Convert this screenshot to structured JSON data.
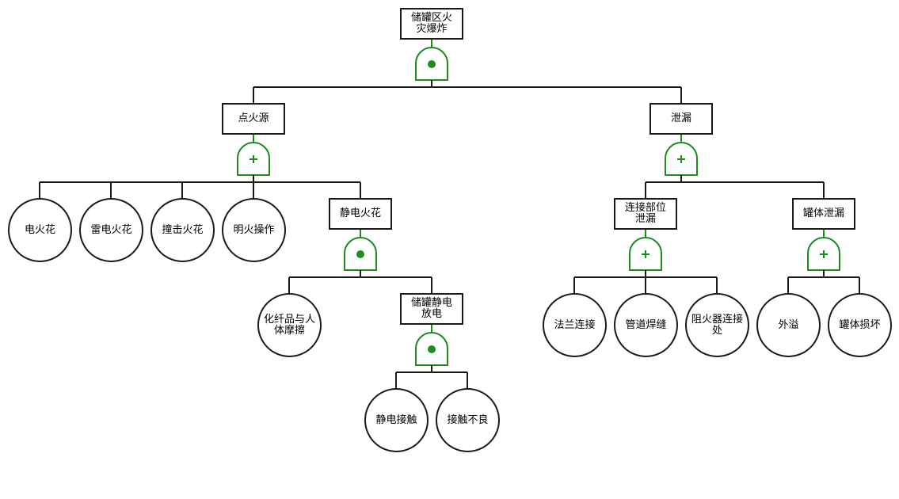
{
  "diagram": {
    "title": "储罐区火灾爆炸",
    "colors": {
      "gate": "#1e8c1e",
      "line": "#1a1a1a"
    },
    "gate_symbols": {
      "and": "dot",
      "or": "plus"
    },
    "nodes": {
      "top": {
        "label": "储罐区火灾爆炸",
        "kind": "intermediate",
        "gate": "and",
        "children": [
          "ignition",
          "leak"
        ]
      },
      "ignition": {
        "label": "点火源",
        "kind": "intermediate",
        "gate": "or",
        "children": [
          "electric_spark",
          "lightning_spark",
          "impact_spark",
          "open_flame",
          "static_spark"
        ]
      },
      "leak": {
        "label": "泄漏",
        "kind": "intermediate",
        "gate": "or",
        "children": [
          "joint_leak",
          "tank_leak"
        ]
      },
      "electric_spark": {
        "label": "电火花",
        "kind": "basic"
      },
      "lightning_spark": {
        "label": "雷电火花",
        "kind": "basic"
      },
      "impact_spark": {
        "label": "撞击火花",
        "kind": "basic"
      },
      "open_flame": {
        "label": "明火操作",
        "kind": "basic"
      },
      "static_spark": {
        "label": "静电火花",
        "kind": "intermediate",
        "gate": "and",
        "children": [
          "fiber_friction",
          "tank_discharge"
        ]
      },
      "fiber_friction": {
        "label": "化纤品与人体摩擦",
        "kind": "basic"
      },
      "tank_discharge": {
        "label": "储罐静电放电",
        "kind": "intermediate",
        "gate": "and",
        "children": [
          "static_contact",
          "poor_contact"
        ]
      },
      "static_contact": {
        "label": "静电接触",
        "kind": "basic"
      },
      "poor_contact": {
        "label": "接触不良",
        "kind": "basic"
      },
      "joint_leak": {
        "label": "连接部位泄漏",
        "kind": "intermediate",
        "gate": "or",
        "children": [
          "flange",
          "pipe_weld",
          "arrester_joint"
        ]
      },
      "tank_leak": {
        "label": "罐体泄漏",
        "kind": "intermediate",
        "gate": "or",
        "children": [
          "overflow",
          "tank_damage"
        ]
      },
      "flange": {
        "label": "法兰连接",
        "kind": "basic"
      },
      "pipe_weld": {
        "label": "管道焊缝",
        "kind": "basic"
      },
      "arrester_joint": {
        "label": "阻火器连接处",
        "kind": "basic"
      },
      "overflow": {
        "label": "外溢",
        "kind": "basic"
      },
      "tank_damage": {
        "label": "罐体损坏",
        "kind": "basic"
      }
    }
  }
}
